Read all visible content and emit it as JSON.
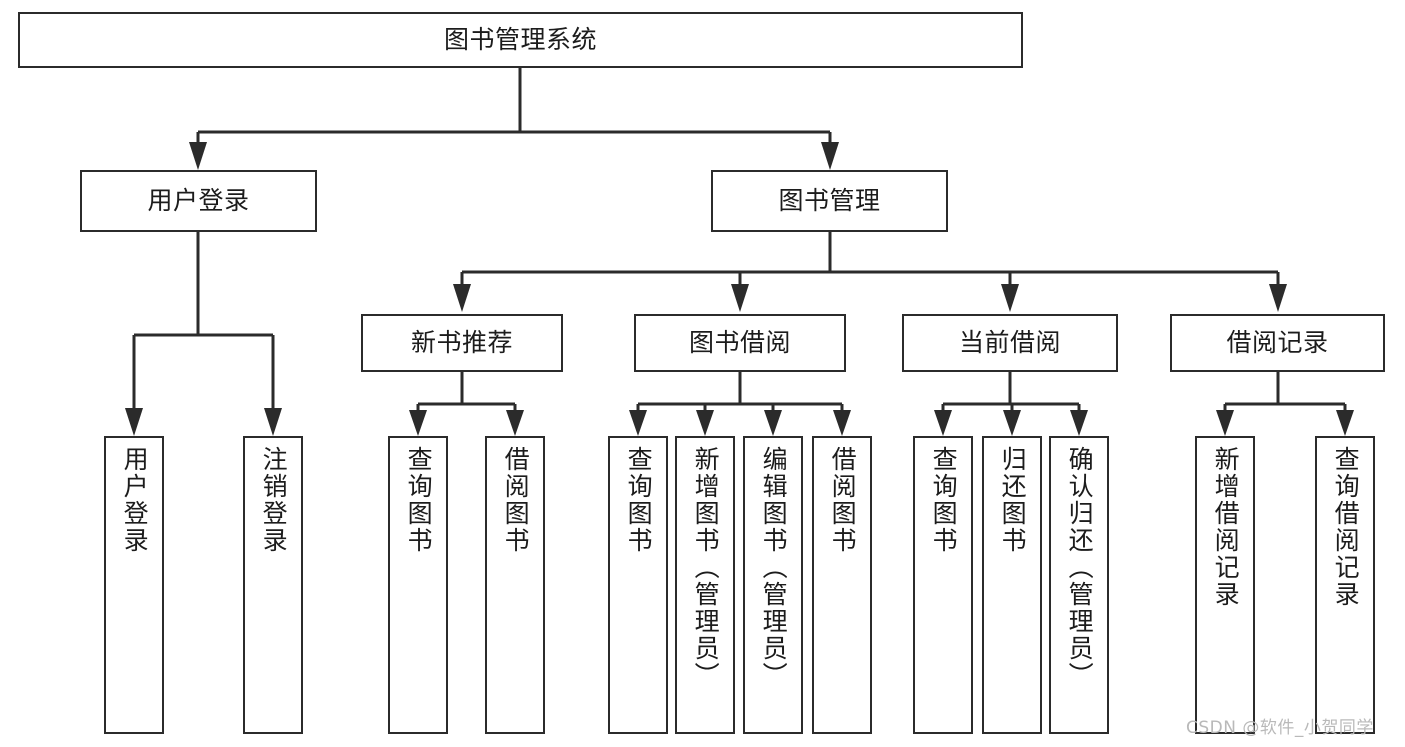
{
  "diagram": {
    "title": "图书管理系统",
    "root": {
      "label": "图书管理系统"
    },
    "level2": [
      {
        "label": "用户登录"
      },
      {
        "label": "图书管理"
      }
    ],
    "level3": [
      {
        "label": "新书推荐"
      },
      {
        "label": "图书借阅"
      },
      {
        "label": "当前借阅"
      },
      {
        "label": "借阅记录"
      }
    ],
    "leaves": {
      "user_login": [
        {
          "label": "用户登录"
        },
        {
          "label": "注销登录"
        }
      ],
      "new_book_recommend": [
        {
          "label": "查询图书"
        },
        {
          "label": "借阅图书"
        }
      ],
      "book_borrow": [
        {
          "label": "查询图书"
        },
        {
          "label": "新增图书（管理员）"
        },
        {
          "label": "编辑图书（管理员）"
        },
        {
          "label": "借阅图书"
        }
      ],
      "current_borrow": [
        {
          "label": "查询图书"
        },
        {
          "label": "归还图书"
        },
        {
          "label": "确认归还（管理员）"
        }
      ],
      "borrow_record": [
        {
          "label": "新增借阅记录"
        },
        {
          "label": "查询借阅记录"
        }
      ]
    }
  },
  "watermark": {
    "text": "CSDN @软件_小贺同学"
  },
  "colors": {
    "stroke": "#2b2b2b",
    "fill": "#ffffff",
    "text": "#1c1c1c",
    "watermark": "#b9b9b9"
  }
}
